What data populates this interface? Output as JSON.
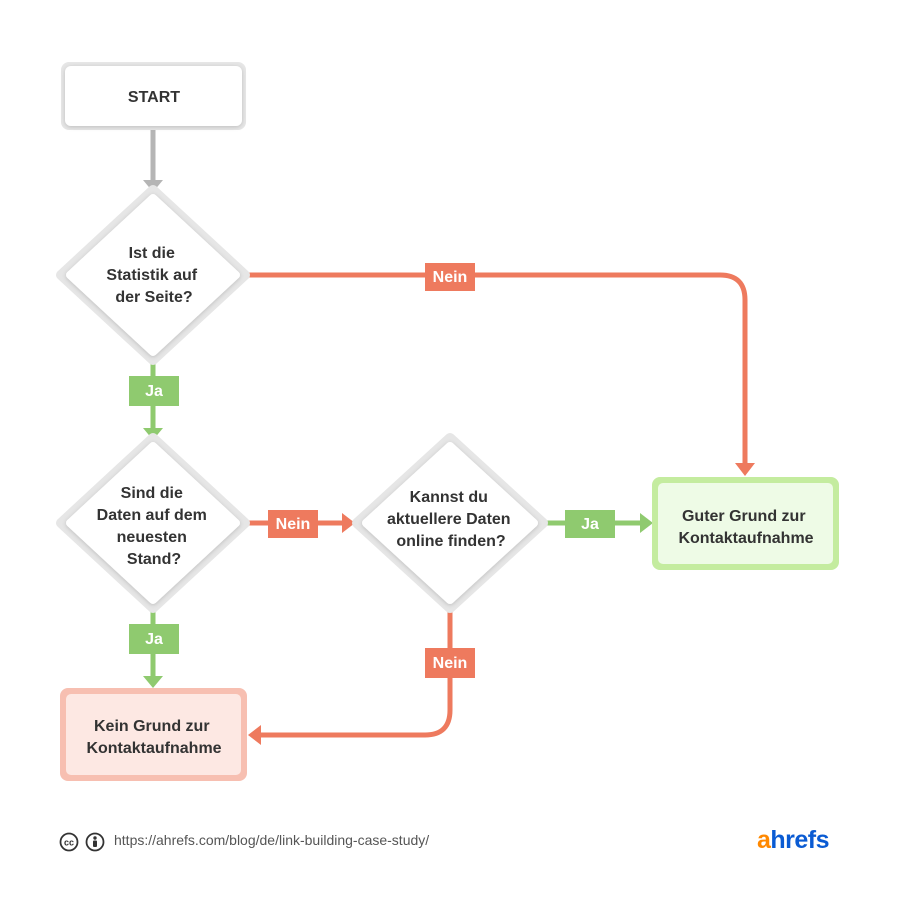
{
  "nodes": {
    "start": "START",
    "q1": [
      "Ist die",
      "Statistik auf",
      "der Seite?"
    ],
    "q2": [
      "Sind die",
      "Daten auf dem",
      "neuesten",
      "Stand?"
    ],
    "q3": [
      "Kannst du",
      "aktuellere Daten",
      "online finden?"
    ],
    "good": [
      "Guter Grund zur",
      "Kontaktaufnahme"
    ],
    "bad": [
      "Kein Grund zur",
      "Kontaktaufnahme"
    ]
  },
  "labels": {
    "q1_no": "Nein",
    "q1_yes": "Ja",
    "q2_no": "Nein",
    "q2_yes": "Ja",
    "q3_yes": "Ja",
    "q3_no": "Nein"
  },
  "colors": {
    "yes": "#8fca6f",
    "no": "#ee7a5e",
    "neutral": "#b5b5b5",
    "good_fill": "#eefbe6",
    "good_border": "#c4ec9f",
    "bad_fill": "#fde8e3",
    "bad_border": "#f7bfb1"
  },
  "footer": {
    "url": "https://ahrefs.com/blog/de/link-building-case-study/",
    "logo_a": "a",
    "logo_rest": "hrefs"
  }
}
